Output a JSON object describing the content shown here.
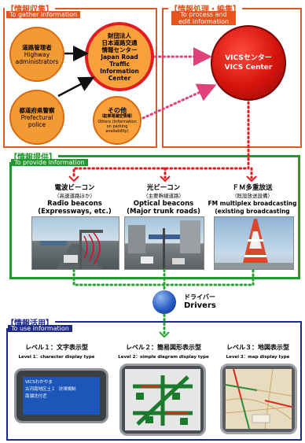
{
  "gather": {
    "title": "【情報収集】",
    "subtitle": "To gather information",
    "highway_jp": "道路管理者",
    "highway_en": "Highway administrators",
    "police_jp": "都道府県警察",
    "police_en": "Prefectural police",
    "jartic_jp1": "財団法人",
    "jartic_jp2": "日本道路交通",
    "jartic_jp3": "情報センター",
    "jartic_en": "Japan Road Traffic Information Center",
    "others_jp": "その他",
    "others_jp_sub": "（駐車場満空情報）",
    "others_en": "Others (Information on parking availability)"
  },
  "process": {
    "title": "【情報処理・編集】",
    "subtitle": "To process and edit information",
    "vics_jp": "VICSセンター",
    "vics_en": "VICS Center"
  },
  "provide": {
    "title": "【情報提供】",
    "subtitle": "To provide information",
    "radio_jp": "電波ビーコン",
    "radio_jp_sub": "（高速道路ほか）",
    "radio_en": "Radio beacons (Expressways, etc.)",
    "optical_jp": "光ビーコン",
    "optical_jp_sub": "（主要幹線道路）",
    "optical_en": "Optical beacons (Major trunk roads)",
    "fm_jp": "ＦＭ多重放送",
    "fm_jp_sub": "（既設放送設備）",
    "fm_en": "FM multiplex broadcasting (existing broadcasting facilities)"
  },
  "drivers": {
    "jp": "ドライバー",
    "en": "Drivers"
  },
  "use": {
    "title": "【情報活用】",
    "subtitle": "To use information",
    "level1_jp": "レベル１：文字表示型",
    "level1_en": "Level 1：character display type",
    "level2_jp": "レベル２：簡易図形表示型",
    "level2_en": "Level 2：simple diagram display type",
    "level3_jp": "レベル３：地図表示型",
    "level3_en": "Level 3：map display type",
    "screen1_line1": "VICSわかやま",
    "screen1_line2": "古河南地区土１",
    "screen1_line3": "渋滞規制",
    "screen1_line4": "南湖北付近"
  },
  "colors": {
    "gather": "#e8541e",
    "process": "#e8541e",
    "provide": "#1f9a2c",
    "use": "#1b2a8c",
    "arrow_red": "#e31b23",
    "dot_pink": "#e0417a",
    "dot_green": "#2aa135"
  }
}
